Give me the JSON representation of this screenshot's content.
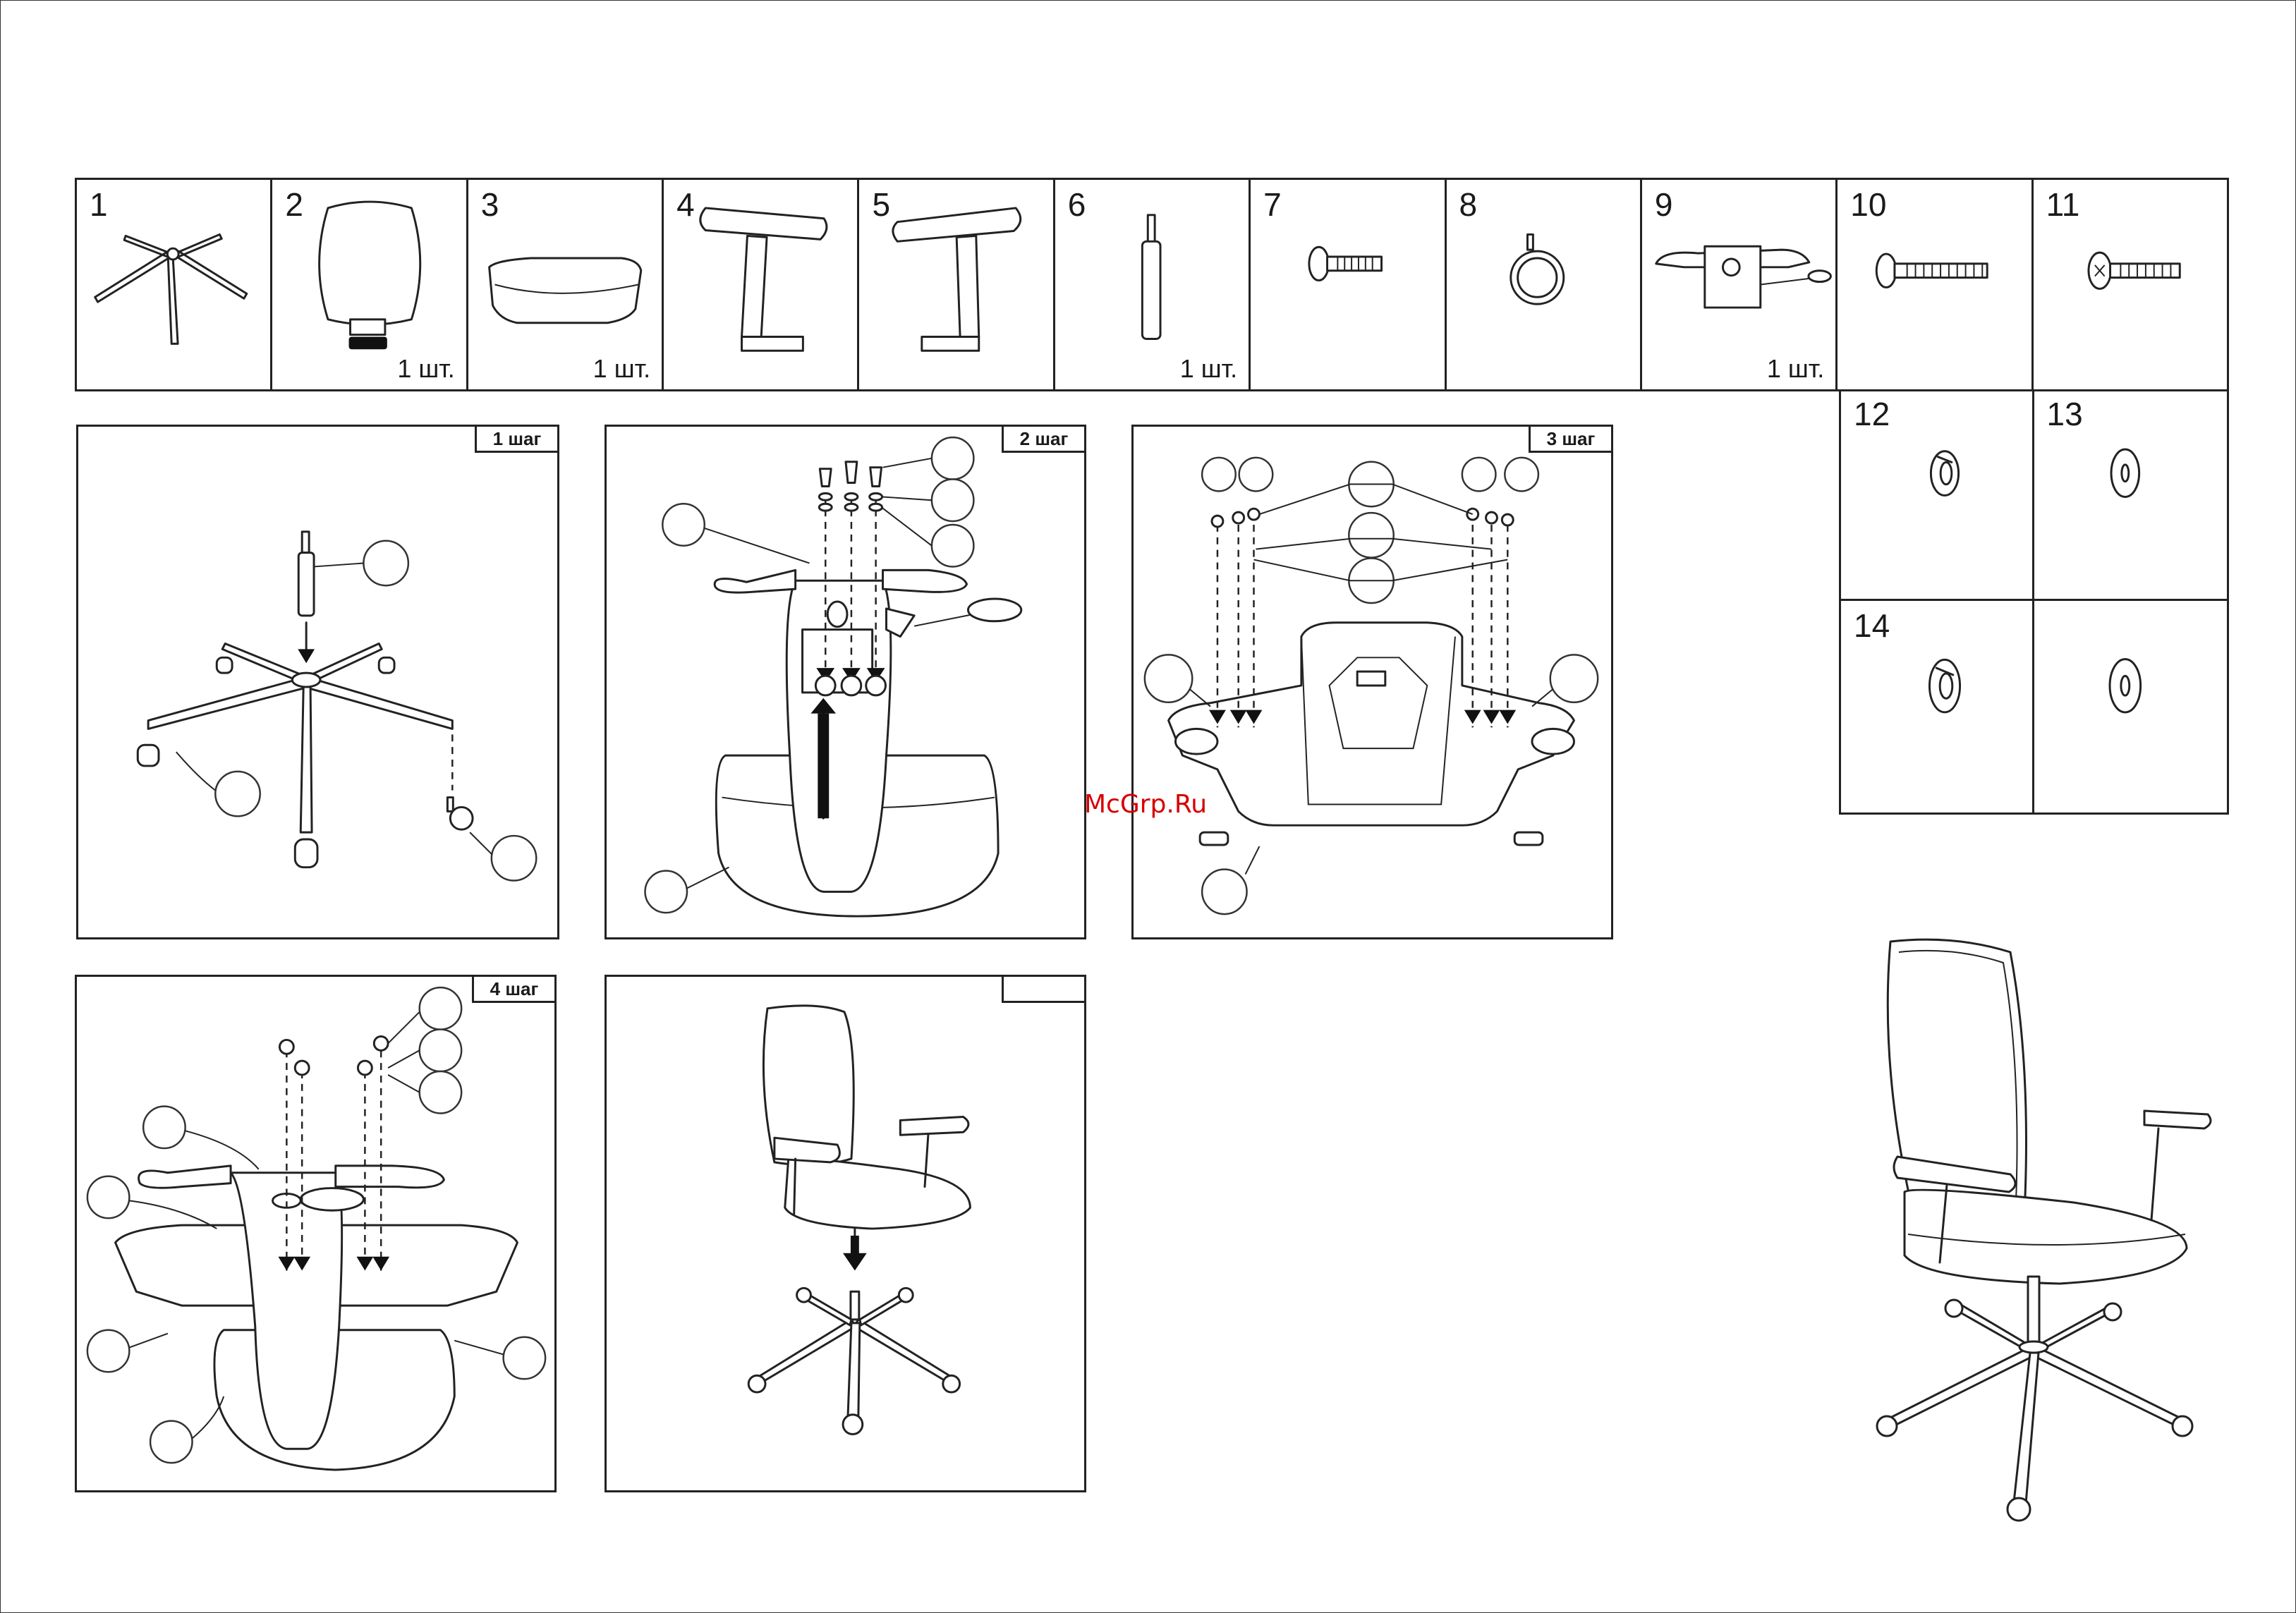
{
  "parts": [
    {
      "num": "1",
      "qty": "",
      "icon": "base-star"
    },
    {
      "num": "2",
      "qty": "1  шт.",
      "icon": "backrest"
    },
    {
      "num": "3",
      "qty": "1  шт.",
      "icon": "seat-cushion"
    },
    {
      "num": "4",
      "qty": "",
      "icon": "armrest-left"
    },
    {
      "num": "5",
      "qty": "",
      "icon": "armrest-right"
    },
    {
      "num": "6",
      "qty": "1  шт.",
      "icon": "gas-lift"
    },
    {
      "num": "7",
      "qty": "",
      "icon": "screw"
    },
    {
      "num": "8",
      "qty": "",
      "icon": "caster"
    },
    {
      "num": "9",
      "qty": "1 шт.",
      "icon": "tilt-mechanism"
    },
    {
      "num": "10",
      "qty": "",
      "icon": "long-screw"
    },
    {
      "num": "11",
      "qty": "",
      "icon": "screw"
    }
  ],
  "small_parts": [
    {
      "num": "12",
      "icon": "spring-washer"
    },
    {
      "num": "13",
      "icon": "flat-washer"
    },
    {
      "num": "14",
      "icon": "spring-washer"
    },
    {
      "num": "",
      "icon": "flat-washer"
    }
  ],
  "steps": [
    {
      "label": "1 шаг"
    },
    {
      "label": "2 шаг"
    },
    {
      "label": "3 шаг"
    },
    {
      "label": "4 шаг"
    },
    {
      "label": ""
    }
  ],
  "watermark": "McGrp.Ru"
}
